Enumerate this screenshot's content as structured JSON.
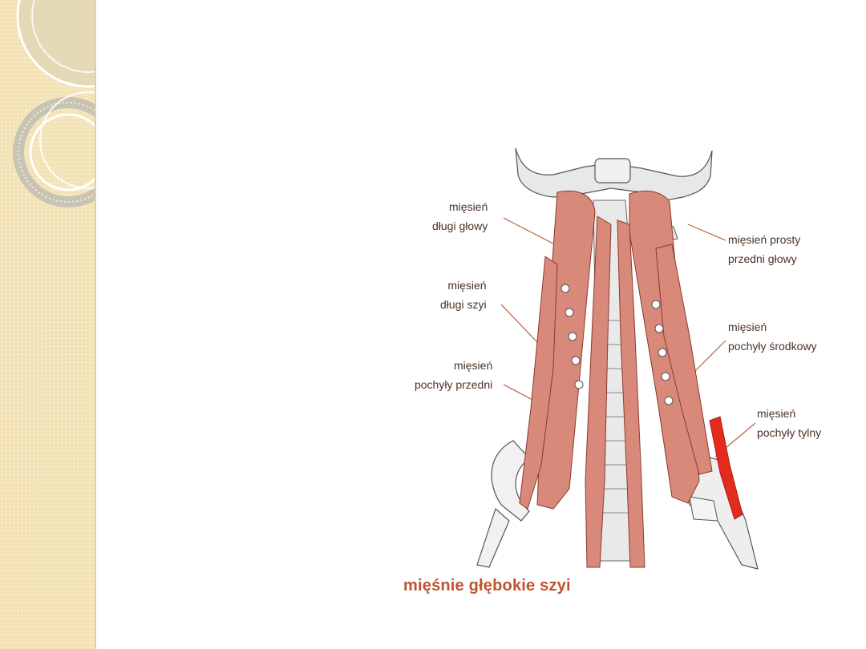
{
  "figure": {
    "caption": "mięśnie głębokie szyi",
    "labels": {
      "longus_capitis": [
        "mięsień",
        "długi głowy"
      ],
      "longus_colli": [
        "mięsień",
        "długi szyi"
      ],
      "scalenus_anterior": [
        "mięsień",
        "pochyły przedni"
      ],
      "rectus_capitis_anterior": [
        "mięsień prosty",
        "przedni głowy"
      ],
      "scalenus_medius": [
        "mięsień",
        "pochyły środkowy"
      ],
      "scalenus_posterior": [
        "mięsień",
        "pochyły tylny"
      ]
    }
  },
  "colors": {
    "sidebar": "#f3e2b4",
    "muscle": "#d9897a",
    "highlight": "#e42b1f",
    "caption": "#c0532d",
    "leader_line": "#b8623e"
  }
}
